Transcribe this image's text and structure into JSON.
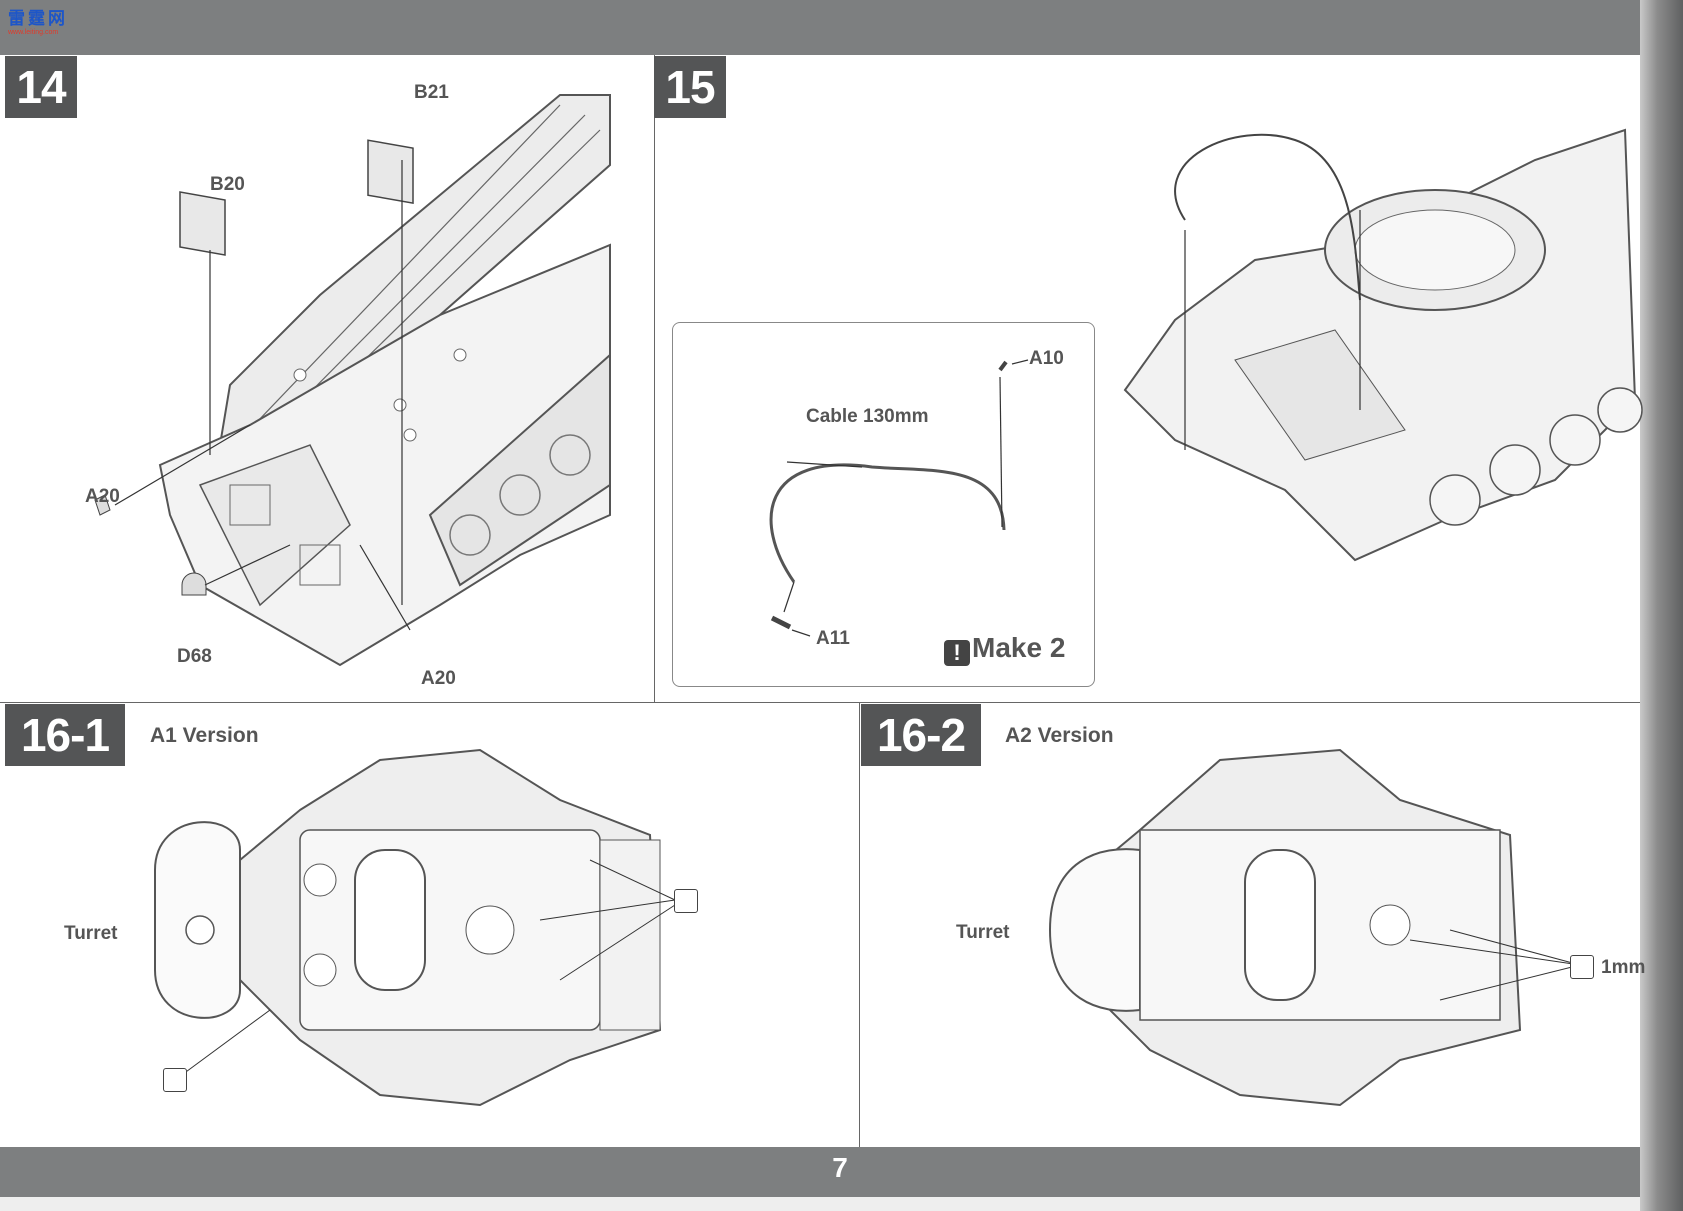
{
  "watermark": {
    "logo_text": "雷霆网",
    "url": "www.leiting.com"
  },
  "page_number": "7",
  "steps": {
    "s14": {
      "number": "14",
      "labels": {
        "b21": "B21",
        "b20": "B20",
        "a20_left": "A20",
        "d68": "D68",
        "a20_bottom": "A20"
      }
    },
    "s15": {
      "number": "15",
      "labels": {
        "a10": "A10",
        "cable": "Cable 130mm",
        "a11": "A11",
        "make2": "Make 2",
        "warn_glyph": "!"
      }
    },
    "s16_1": {
      "number": "16-1",
      "title": "A1 Version",
      "labels": {
        "turret": "Turret"
      }
    },
    "s16_2": {
      "number": "16-2",
      "title": "A2 Version",
      "labels": {
        "turret": "Turret",
        "drill": "1mm"
      }
    }
  },
  "icons": [
    "drill-icon",
    "warning-icon",
    "logo-icon"
  ]
}
